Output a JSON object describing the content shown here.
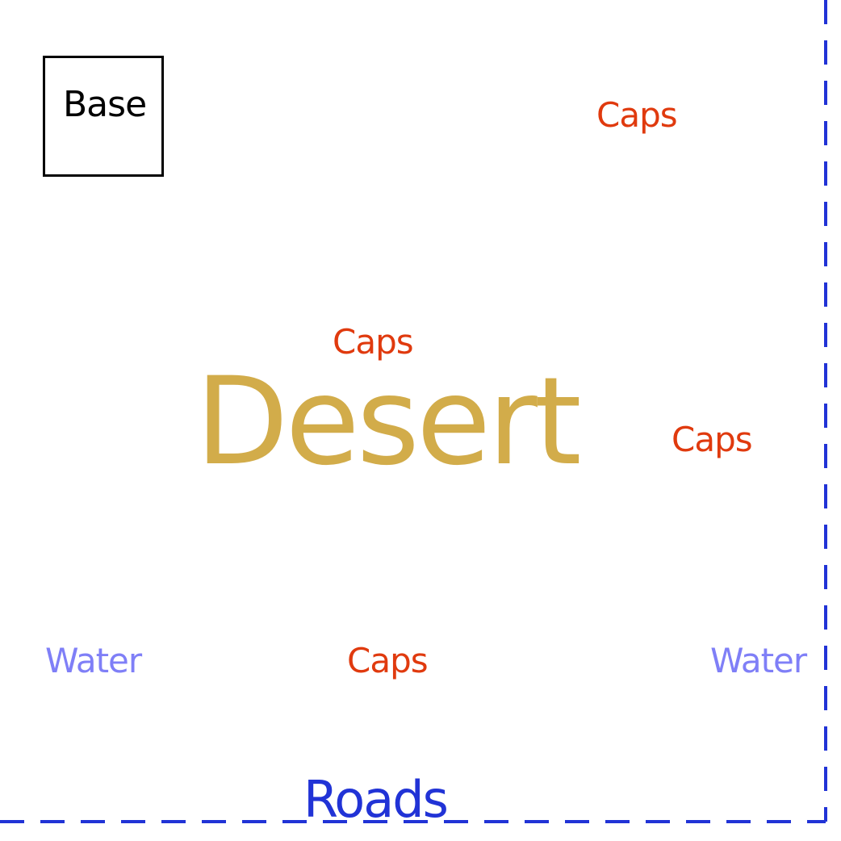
{
  "map": {
    "regions": {
      "desert": "Desert"
    },
    "base": {
      "label": "Base"
    },
    "caps": [
      {
        "label": "Caps"
      },
      {
        "label": "Caps"
      },
      {
        "label": "Caps"
      },
      {
        "label": "Caps"
      }
    ],
    "water": [
      {
        "label": "Water"
      },
      {
        "label": "Water"
      }
    ],
    "roads": {
      "label": "Roads"
    }
  },
  "colors": {
    "caps": "#e03a0e",
    "water": "#7f7ff7",
    "desert": "#d2ac4a",
    "roads": "#2133d6",
    "base_border": "#000000",
    "background": "#ffffff"
  }
}
